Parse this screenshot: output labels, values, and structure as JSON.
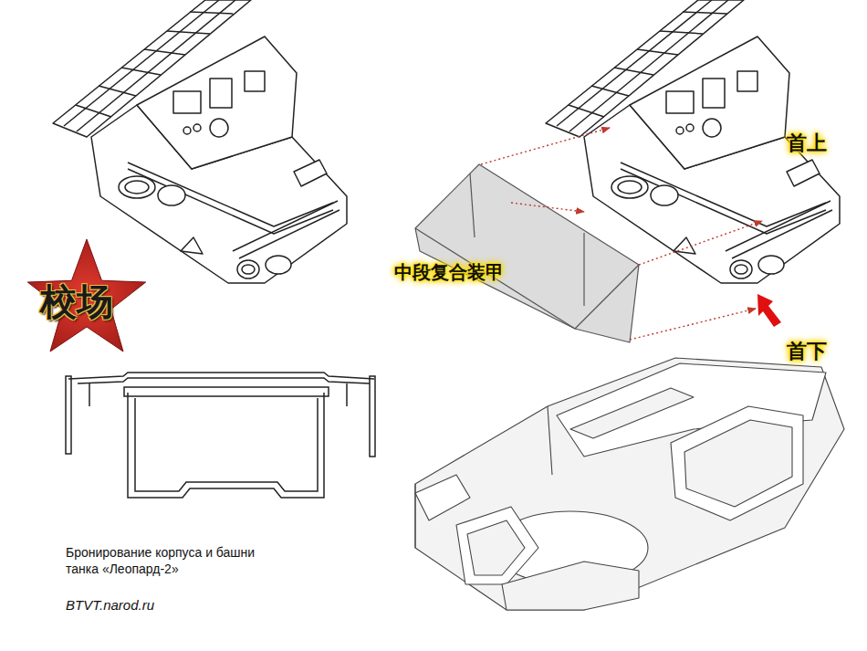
{
  "diagram": {
    "caption": "Бронирование корпуса и башни танка «Леопард-2»",
    "labels": [
      "首上",
      "中段复合装甲",
      "首下",
      "校场",
      "BTVT.narod.ru"
    ]
  }
}
